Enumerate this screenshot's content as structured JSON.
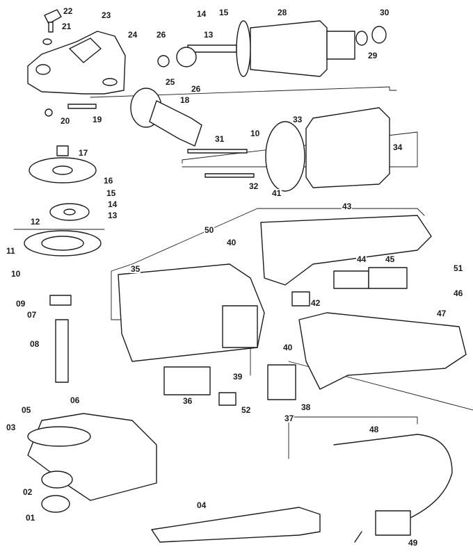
{
  "diagram": {
    "parts": [
      {
        "id": "p22",
        "label": "22"
      },
      {
        "id": "p23",
        "label": "23"
      },
      {
        "id": "p21",
        "label": "21"
      },
      {
        "id": "p14a",
        "label": "14"
      },
      {
        "id": "p15a",
        "label": "15"
      },
      {
        "id": "p13a",
        "label": "13"
      },
      {
        "id": "p28",
        "label": "28"
      },
      {
        "id": "p30",
        "label": "30"
      },
      {
        "id": "p29",
        "label": "29"
      },
      {
        "id": "p24",
        "label": "24"
      },
      {
        "id": "p26a",
        "label": "26"
      },
      {
        "id": "p25",
        "label": "25"
      },
      {
        "id": "p26b",
        "label": "26"
      },
      {
        "id": "p18",
        "label": "18"
      },
      {
        "id": "p20",
        "label": "20"
      },
      {
        "id": "p19",
        "label": "19"
      },
      {
        "id": "p17",
        "label": "17"
      },
      {
        "id": "p33",
        "label": "33"
      },
      {
        "id": "p31",
        "label": "31"
      },
      {
        "id": "p10a",
        "label": "10"
      },
      {
        "id": "p34",
        "label": "34"
      },
      {
        "id": "p16",
        "label": "16"
      },
      {
        "id": "p32",
        "label": "32"
      },
      {
        "id": "p15b",
        "label": "15"
      },
      {
        "id": "p14b",
        "label": "14"
      },
      {
        "id": "p13b",
        "label": "13"
      },
      {
        "id": "p12",
        "label": "12"
      },
      {
        "id": "p41",
        "label": "41"
      },
      {
        "id": "p43",
        "label": "43"
      },
      {
        "id": "p11",
        "label": "11"
      },
      {
        "id": "p50",
        "label": "50"
      },
      {
        "id": "p40a",
        "label": "40"
      },
      {
        "id": "p10b",
        "label": "10"
      },
      {
        "id": "p35",
        "label": "35"
      },
      {
        "id": "p44",
        "label": "44"
      },
      {
        "id": "p45",
        "label": "45"
      },
      {
        "id": "p51",
        "label": "51"
      },
      {
        "id": "p46",
        "label": "46"
      },
      {
        "id": "p09",
        "label": "09"
      },
      {
        "id": "p07",
        "label": "07"
      },
      {
        "id": "p42",
        "label": "42"
      },
      {
        "id": "p47",
        "label": "47"
      },
      {
        "id": "p08",
        "label": "08"
      },
      {
        "id": "p40b",
        "label": "40"
      },
      {
        "id": "p39",
        "label": "39"
      },
      {
        "id": "p36",
        "label": "36"
      },
      {
        "id": "p52",
        "label": "52"
      },
      {
        "id": "p38",
        "label": "38"
      },
      {
        "id": "p37",
        "label": "37"
      },
      {
        "id": "p05",
        "label": "05"
      },
      {
        "id": "p06",
        "label": "06"
      },
      {
        "id": "p03",
        "label": "03"
      },
      {
        "id": "p48",
        "label": "48"
      },
      {
        "id": "p02",
        "label": "02"
      },
      {
        "id": "p04",
        "label": "04"
      },
      {
        "id": "p01",
        "label": "01"
      },
      {
        "id": "p49",
        "label": "49"
      }
    ]
  }
}
